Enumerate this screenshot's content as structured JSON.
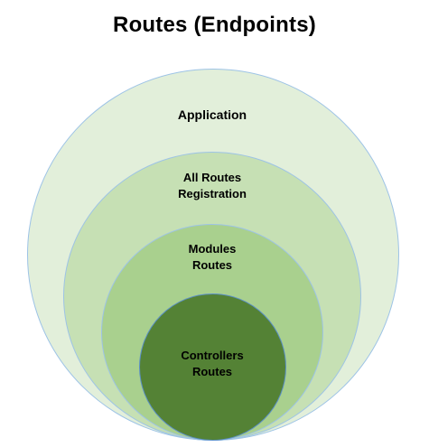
{
  "title": "Routes (Endpoints)",
  "layers": {
    "application": {
      "label": "Application",
      "color": "#e2efda"
    },
    "all_routes": {
      "label": "All Routes\nRegistration",
      "color": "#c6e0b4"
    },
    "modules": {
      "label": "Modules\nRoutes",
      "color": "#a9d08e"
    },
    "controllers": {
      "label": "Controllers\nRoutes",
      "color": "#548235"
    }
  }
}
